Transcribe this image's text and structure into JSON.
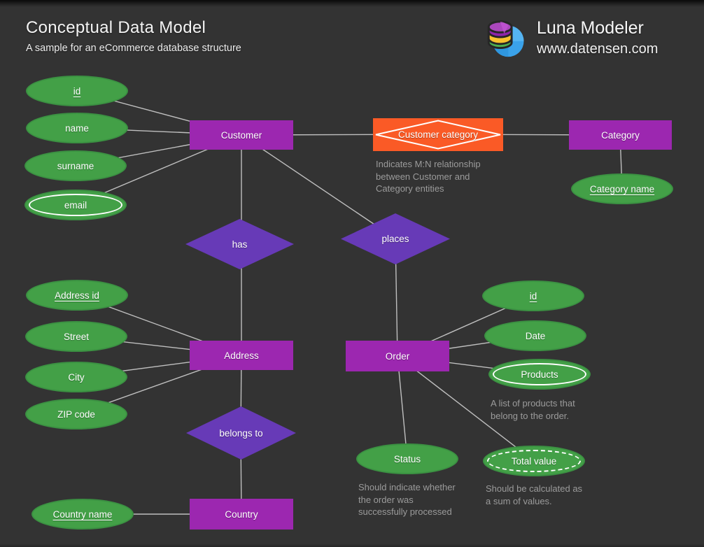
{
  "header": {
    "title": "Conceptual Data Model",
    "subtitle": "A sample for an eCommerce database structure",
    "brand": {
      "name": "Luna Modeler",
      "url": "www.datensen.com"
    }
  },
  "colors": {
    "background": "#333333",
    "entity_fill": "#9c27b0",
    "relationship_fill": "#673ab7",
    "attribute_fill": "#43a047",
    "mn_entity_fill": "#fa5a26",
    "connector": "#bfbfbf",
    "note_text": "#9b9b9b"
  },
  "entities": [
    {
      "label": "Customer"
    },
    {
      "label": "Category"
    },
    {
      "label": "Address"
    },
    {
      "label": "Order"
    },
    {
      "label": "Country"
    }
  ],
  "mn_relationship": {
    "label": "Customer category"
  },
  "relationships": [
    {
      "label": "has"
    },
    {
      "label": "places"
    },
    {
      "label": "belongs to"
    }
  ],
  "attributes": [
    {
      "label": "id",
      "key": true
    },
    {
      "label": "name"
    },
    {
      "label": "surname"
    },
    {
      "label": "email",
      "multivalued": true
    },
    {
      "label": "Category name",
      "key": true
    },
    {
      "label": "Address id",
      "key": true
    },
    {
      "label": "Street"
    },
    {
      "label": "City"
    },
    {
      "label": "ZIP code"
    },
    {
      "label": "id",
      "key": true
    },
    {
      "label": "Date"
    },
    {
      "label": "Products",
      "multivalued": true
    },
    {
      "label": "Status"
    },
    {
      "label": "Total value",
      "derived": true
    },
    {
      "label": "Country name",
      "key": true
    }
  ],
  "notes": [
    {
      "lines": [
        "Indicates M:N relationship",
        "between Customer and",
        "Category entities"
      ]
    },
    {
      "lines": [
        "A list of products that",
        "belong to the order."
      ]
    },
    {
      "lines": [
        "Should indicate whether",
        "the order was",
        "successfully processed"
      ]
    },
    {
      "lines": [
        "Should be calculated as",
        "a sum of values."
      ]
    }
  ]
}
